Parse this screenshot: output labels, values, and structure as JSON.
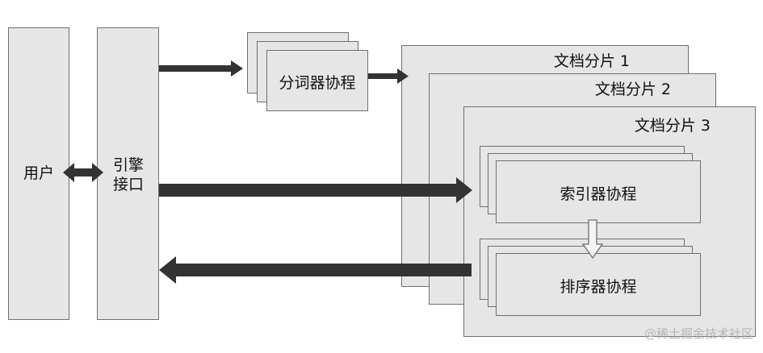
{
  "nodes": {
    "user": "用户",
    "engine_interface": "引擎接口",
    "tokenizer": "分词器协程",
    "shard1": "文档分片  1",
    "shard2": "文档分片  2",
    "shard3": "文档分片  3",
    "indexer": "索引器协程",
    "ranker": "排序器协程"
  },
  "watermark": "@稀土掘金技术社区",
  "colors": {
    "box_fill": "#e6e6e6",
    "box_border": "#6f6f6f",
    "arrow": "#333333"
  }
}
